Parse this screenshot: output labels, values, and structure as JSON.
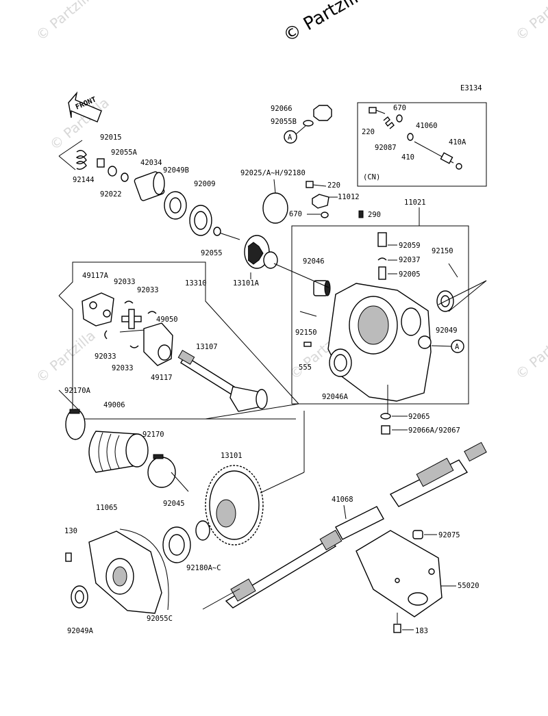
{
  "copyright": "© Partzilla",
  "watermarks": [
    "© Partzilla",
    "© Partzilla",
    "© Partzilla",
    "© Partzilla",
    "© Partzilla",
    "© Partzilla"
  ],
  "diagram_code": "E3134",
  "front_label": "FRONT",
  "inset_label": "(CN)",
  "circle_marker": "A",
  "labels": {
    "p92066": "92066",
    "p92055B": "92055B",
    "p670_top": "670",
    "p220_inset": "220",
    "p41060": "41060",
    "p92087": "92087",
    "p410A": "410A",
    "p410": "410",
    "p92015": "92015",
    "p92055A": "92055A",
    "p42034": "42034",
    "p92049B": "92049B",
    "p92009": "92009",
    "p92144": "92144",
    "p92022": "92022",
    "p92025": "92025/A~H/92180",
    "p220": "220",
    "p11012": "11012",
    "p670": "670",
    "p290": "290",
    "p11021": "11021",
    "p92055": "92055",
    "p13101A": "13101A",
    "p92046": "92046",
    "p92059": "92059",
    "p92150a": "92150",
    "p92037": "92037",
    "p92005": "92005",
    "p49117A": "49117A",
    "p92033a": "92033",
    "p92033b": "92033",
    "p13310": "13310",
    "p49050": "49050",
    "p92150b": "92150",
    "p92049": "92049",
    "p92033c": "92033",
    "p92033d": "92033",
    "p13107": "13107",
    "p49117": "49117",
    "p555": "555",
    "p92046A": "92046A",
    "p92170A": "92170A",
    "p49006": "49006",
    "p92065": "92065",
    "p92066A": "92066A/92067",
    "p92170": "92170",
    "p13101": "13101",
    "p11065": "11065",
    "p92045": "92045",
    "p41068": "41068",
    "p130": "130",
    "p92075": "92075",
    "p92180A": "92180A~C",
    "p55020": "55020",
    "p92049A": "92049A",
    "p92055C": "92055C",
    "p183": "183"
  }
}
